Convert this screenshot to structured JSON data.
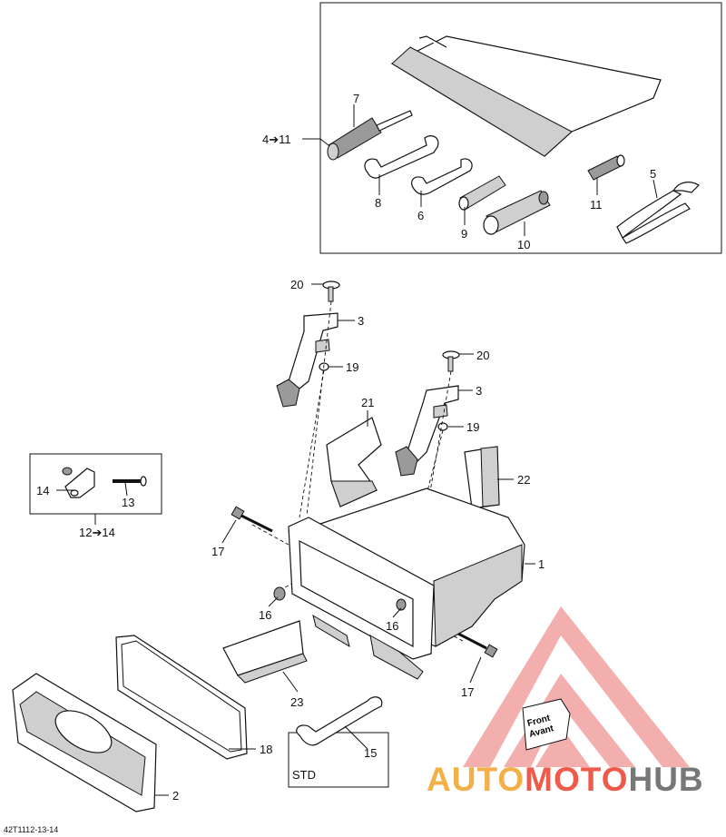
{
  "diagram": {
    "callouts": {
      "c1": "1",
      "c2": "2",
      "c3a": "3",
      "c3b": "3",
      "c4to11": "4➔11",
      "c5": "5",
      "c6": "6",
      "c7": "7",
      "c8": "8",
      "c9": "9",
      "c10": "10",
      "c11": "11",
      "c12to14": "12➔14",
      "c13": "13",
      "c14": "14",
      "c15": "15",
      "c16a": "16",
      "c16b": "16",
      "c17a": "17",
      "c17b": "17",
      "c18": "18",
      "c19a": "19",
      "c19b": "19",
      "c20a": "20",
      "c20b": "20",
      "c21": "21",
      "c22": "22",
      "c23": "23"
    },
    "std_label": "STD",
    "front_label": "Front",
    "avant_label": "Avant",
    "reference": "42T1112-13-14"
  },
  "watermark": {
    "part1": "AUTO",
    "part2": "MOTO",
    "part3": "HUB",
    "colors": {
      "auto": "#f4b048",
      "moto": "#ef5b4b",
      "hub": "#777777",
      "triangle": "#f08080"
    }
  }
}
